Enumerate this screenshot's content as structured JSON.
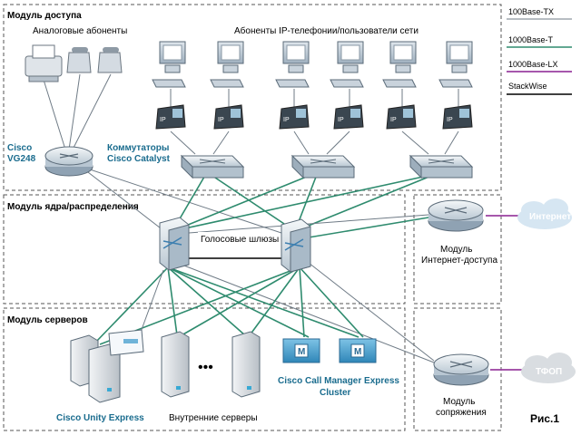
{
  "modules": {
    "access": "Модуль доступа",
    "core": "Модуль ядра/распределения",
    "servers": "Модуль серверов"
  },
  "labels": {
    "analog_subscribers": "Аналоговые абоненты",
    "ip_subscribers": "Абоненты IP-телефонии/пользователи сети",
    "cisco_vg248": [
      "Cisco",
      "VG248"
    ],
    "catalyst_switches": [
      "Коммутаторы",
      "Cisco Catalyst"
    ],
    "voice_gateways": "Голосовые шлюзы",
    "internet_module": [
      "Модуль",
      "Интернет-доступа"
    ],
    "internet_cloud": "Интернет",
    "pstn_cloud": "ТФОП",
    "interface_module": [
      "Модуль",
      "сопряжения"
    ],
    "cisco_unity_express": "Cisco Unity Express",
    "internal_servers": "Внутренние серверы",
    "ccme_cluster": [
      "Cisco Call Manager Express",
      "Cluster"
    ],
    "figure": "Рис.1",
    "ellipsis": "•••"
  },
  "legend": [
    {
      "label": "100Base-TX",
      "color": "#6f7b86"
    },
    {
      "label": "1000Base-T",
      "color": "#2e8b6e"
    },
    {
      "label": "1000Base-LX",
      "color": "#9a3fa0"
    },
    {
      "label": "StackWise",
      "color": "#000000"
    }
  ],
  "ip_phone_badge": "IP",
  "mcu_badge": "M"
}
